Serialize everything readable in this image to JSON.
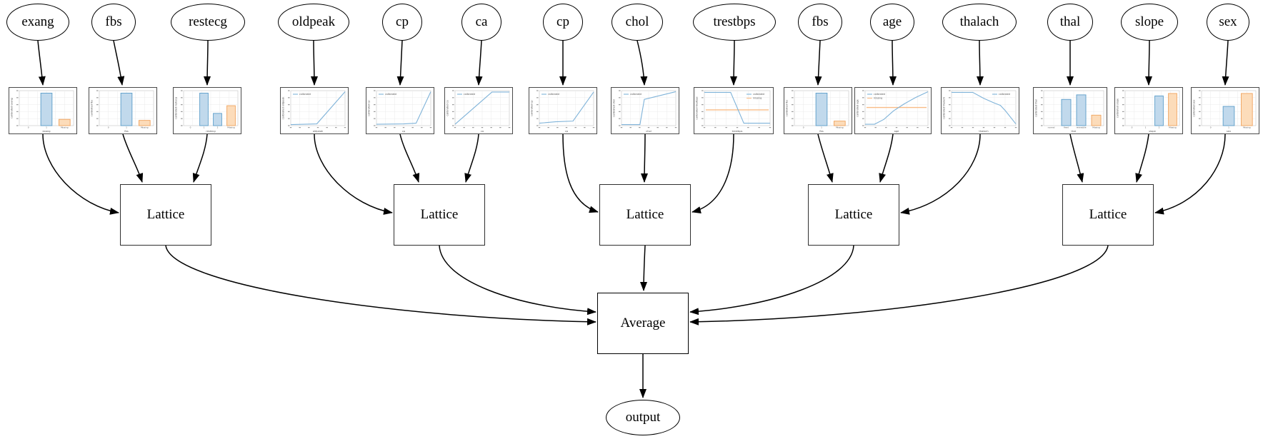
{
  "labels": {
    "lattice": "Lattice",
    "average": "Average",
    "output": "output"
  },
  "legend": {
    "calibrated": "calibrated",
    "missing": "missing"
  },
  "colors": {
    "edge": "#000000",
    "calibrated_blue": "#7fb3d9",
    "missing_orange": "#f9bc86",
    "bar_blue_fill": "#c1d9ec",
    "bar_blue_edge": "#5b9dc9",
    "bar_orange_fill": "#fcdcba",
    "bar_orange_edge": "#f0a35e",
    "grid": "#ebebeb",
    "chart_frame": "#cccccc",
    "chart_text": "#555555",
    "tick": "#9a9a9a"
  },
  "features": [
    {
      "label": "exang",
      "chart": {
        "type": "bar",
        "xlabel": "exang",
        "ylabel": "calibrated exang",
        "categories": [
          "0",
          "1",
          "Missing"
        ],
        "values": [
          0,
          0.93,
          0.18
        ]
      }
    },
    {
      "label": "fbs",
      "chart": {
        "type": "bar",
        "xlabel": "fbs",
        "ylabel": "calibrated fbs",
        "categories": [
          "0",
          "1",
          "Missing"
        ],
        "values": [
          0,
          0.93,
          0.15
        ]
      }
    },
    {
      "label": "restecg",
      "chart": {
        "type": "bar",
        "xlabel": "restecg",
        "ylabel": "calibrated restecg",
        "categories": [
          "0",
          "1",
          "2",
          "Missing"
        ],
        "values": [
          0,
          0.93,
          0.35,
          0.57
        ]
      }
    },
    {
      "label": "oldpeak",
      "chart": {
        "type": "line",
        "xlabel": "oldpeak",
        "ylabel": "calibrated oldpeak",
        "legend": [
          "calibrated"
        ],
        "legend_pos": "tl",
        "points": [
          [
            0,
            0.03
          ],
          [
            0.48,
            0.05
          ],
          [
            1,
            0.97
          ]
        ]
      }
    },
    {
      "label": "cp",
      "chart": {
        "type": "line",
        "xlabel": "cp",
        "ylabel": "calibrated cp",
        "legend": [
          "calibrated"
        ],
        "legend_pos": "tl",
        "points": [
          [
            0,
            0.04
          ],
          [
            0.5,
            0.05
          ],
          [
            0.73,
            0.07
          ],
          [
            1,
            0.97
          ]
        ]
      }
    },
    {
      "label": "ca",
      "chart": {
        "type": "line",
        "xlabel": "ca",
        "ylabel": "calibrated ca",
        "legend": [
          "calibrated"
        ],
        "legend_pos": "tl",
        "points": [
          [
            0,
            0.04
          ],
          [
            0.68,
            0.96
          ],
          [
            1,
            0.96
          ]
        ]
      }
    },
    {
      "label": "cp",
      "chart": {
        "type": "line",
        "xlabel": "cp",
        "ylabel": "calibrated cp",
        "legend": [
          "calibrated"
        ],
        "legend_pos": "tl",
        "points": [
          [
            0,
            0.07
          ],
          [
            0.3,
            0.11
          ],
          [
            0.62,
            0.13
          ],
          [
            1,
            0.96
          ]
        ]
      }
    },
    {
      "label": "chol",
      "chart": {
        "type": "line",
        "xlabel": "chol",
        "ylabel": "calibrated chol",
        "legend": [
          "calibrated"
        ],
        "legend_pos": "tl",
        "points": [
          [
            0,
            0.03
          ],
          [
            0.34,
            0.03
          ],
          [
            0.42,
            0.75
          ],
          [
            1,
            0.97
          ]
        ]
      }
    },
    {
      "label": "trestbps",
      "chart": {
        "type": "line",
        "xlabel": "trestbps",
        "ylabel": "calibrated trestbps",
        "legend": [
          "calibrated",
          "missing"
        ],
        "legend_pos": "tr",
        "points": [
          [
            0,
            0.95
          ],
          [
            0.4,
            0.95
          ],
          [
            0.6,
            0.07
          ],
          [
            1,
            0.07
          ]
        ],
        "missing_line": 0.45
      }
    },
    {
      "label": "fbs",
      "chart": {
        "type": "bar",
        "xlabel": "fbs",
        "ylabel": "calibrated fbs",
        "categories": [
          "0",
          "1",
          "Missing"
        ],
        "values": [
          0,
          0.93,
          0.13
        ]
      }
    },
    {
      "label": "age",
      "chart": {
        "type": "line",
        "xlabel": "age",
        "ylabel": "calibrated age",
        "legend": [
          "calibrated",
          "missing"
        ],
        "legend_pos": "tl",
        "points": [
          [
            0,
            0.04
          ],
          [
            0.15,
            0.04
          ],
          [
            0.3,
            0.18
          ],
          [
            0.45,
            0.42
          ],
          [
            0.62,
            0.62
          ],
          [
            0.8,
            0.8
          ],
          [
            1,
            0.97
          ]
        ],
        "missing_line": 0.52
      }
    },
    {
      "label": "thalach",
      "chart": {
        "type": "line",
        "xlabel": "thalach",
        "ylabel": "calibrated thalach",
        "legend": [
          "calibrated"
        ],
        "legend_pos": "tr",
        "points": [
          [
            0,
            0.95
          ],
          [
            0.33,
            0.95
          ],
          [
            0.5,
            0.78
          ],
          [
            0.66,
            0.65
          ],
          [
            0.76,
            0.58
          ],
          [
            0.84,
            0.42
          ],
          [
            1,
            0.05
          ]
        ]
      }
    },
    {
      "label": "thal",
      "chart": {
        "type": "bar",
        "xlabel": "thal",
        "ylabel": "calibrated thal",
        "categories": [
          "normal",
          "fixed",
          "reversible",
          "Missing"
        ],
        "values": [
          0,
          0.75,
          0.88,
          0.3
        ]
      }
    },
    {
      "label": "slope",
      "chart": {
        "type": "bar",
        "xlabel": "slope",
        "ylabel": "calibrated slope",
        "categories": [
          "0",
          "1",
          "2",
          "Missing"
        ],
        "values": [
          0,
          0,
          0.85,
          0.92
        ]
      }
    },
    {
      "label": "sex",
      "chart": {
        "type": "bar",
        "xlabel": "sex",
        "ylabel": "calibrated sex",
        "categories": [
          "0",
          "1",
          "Missing"
        ],
        "values": [
          0,
          0.55,
          0.92
        ]
      }
    }
  ]
}
